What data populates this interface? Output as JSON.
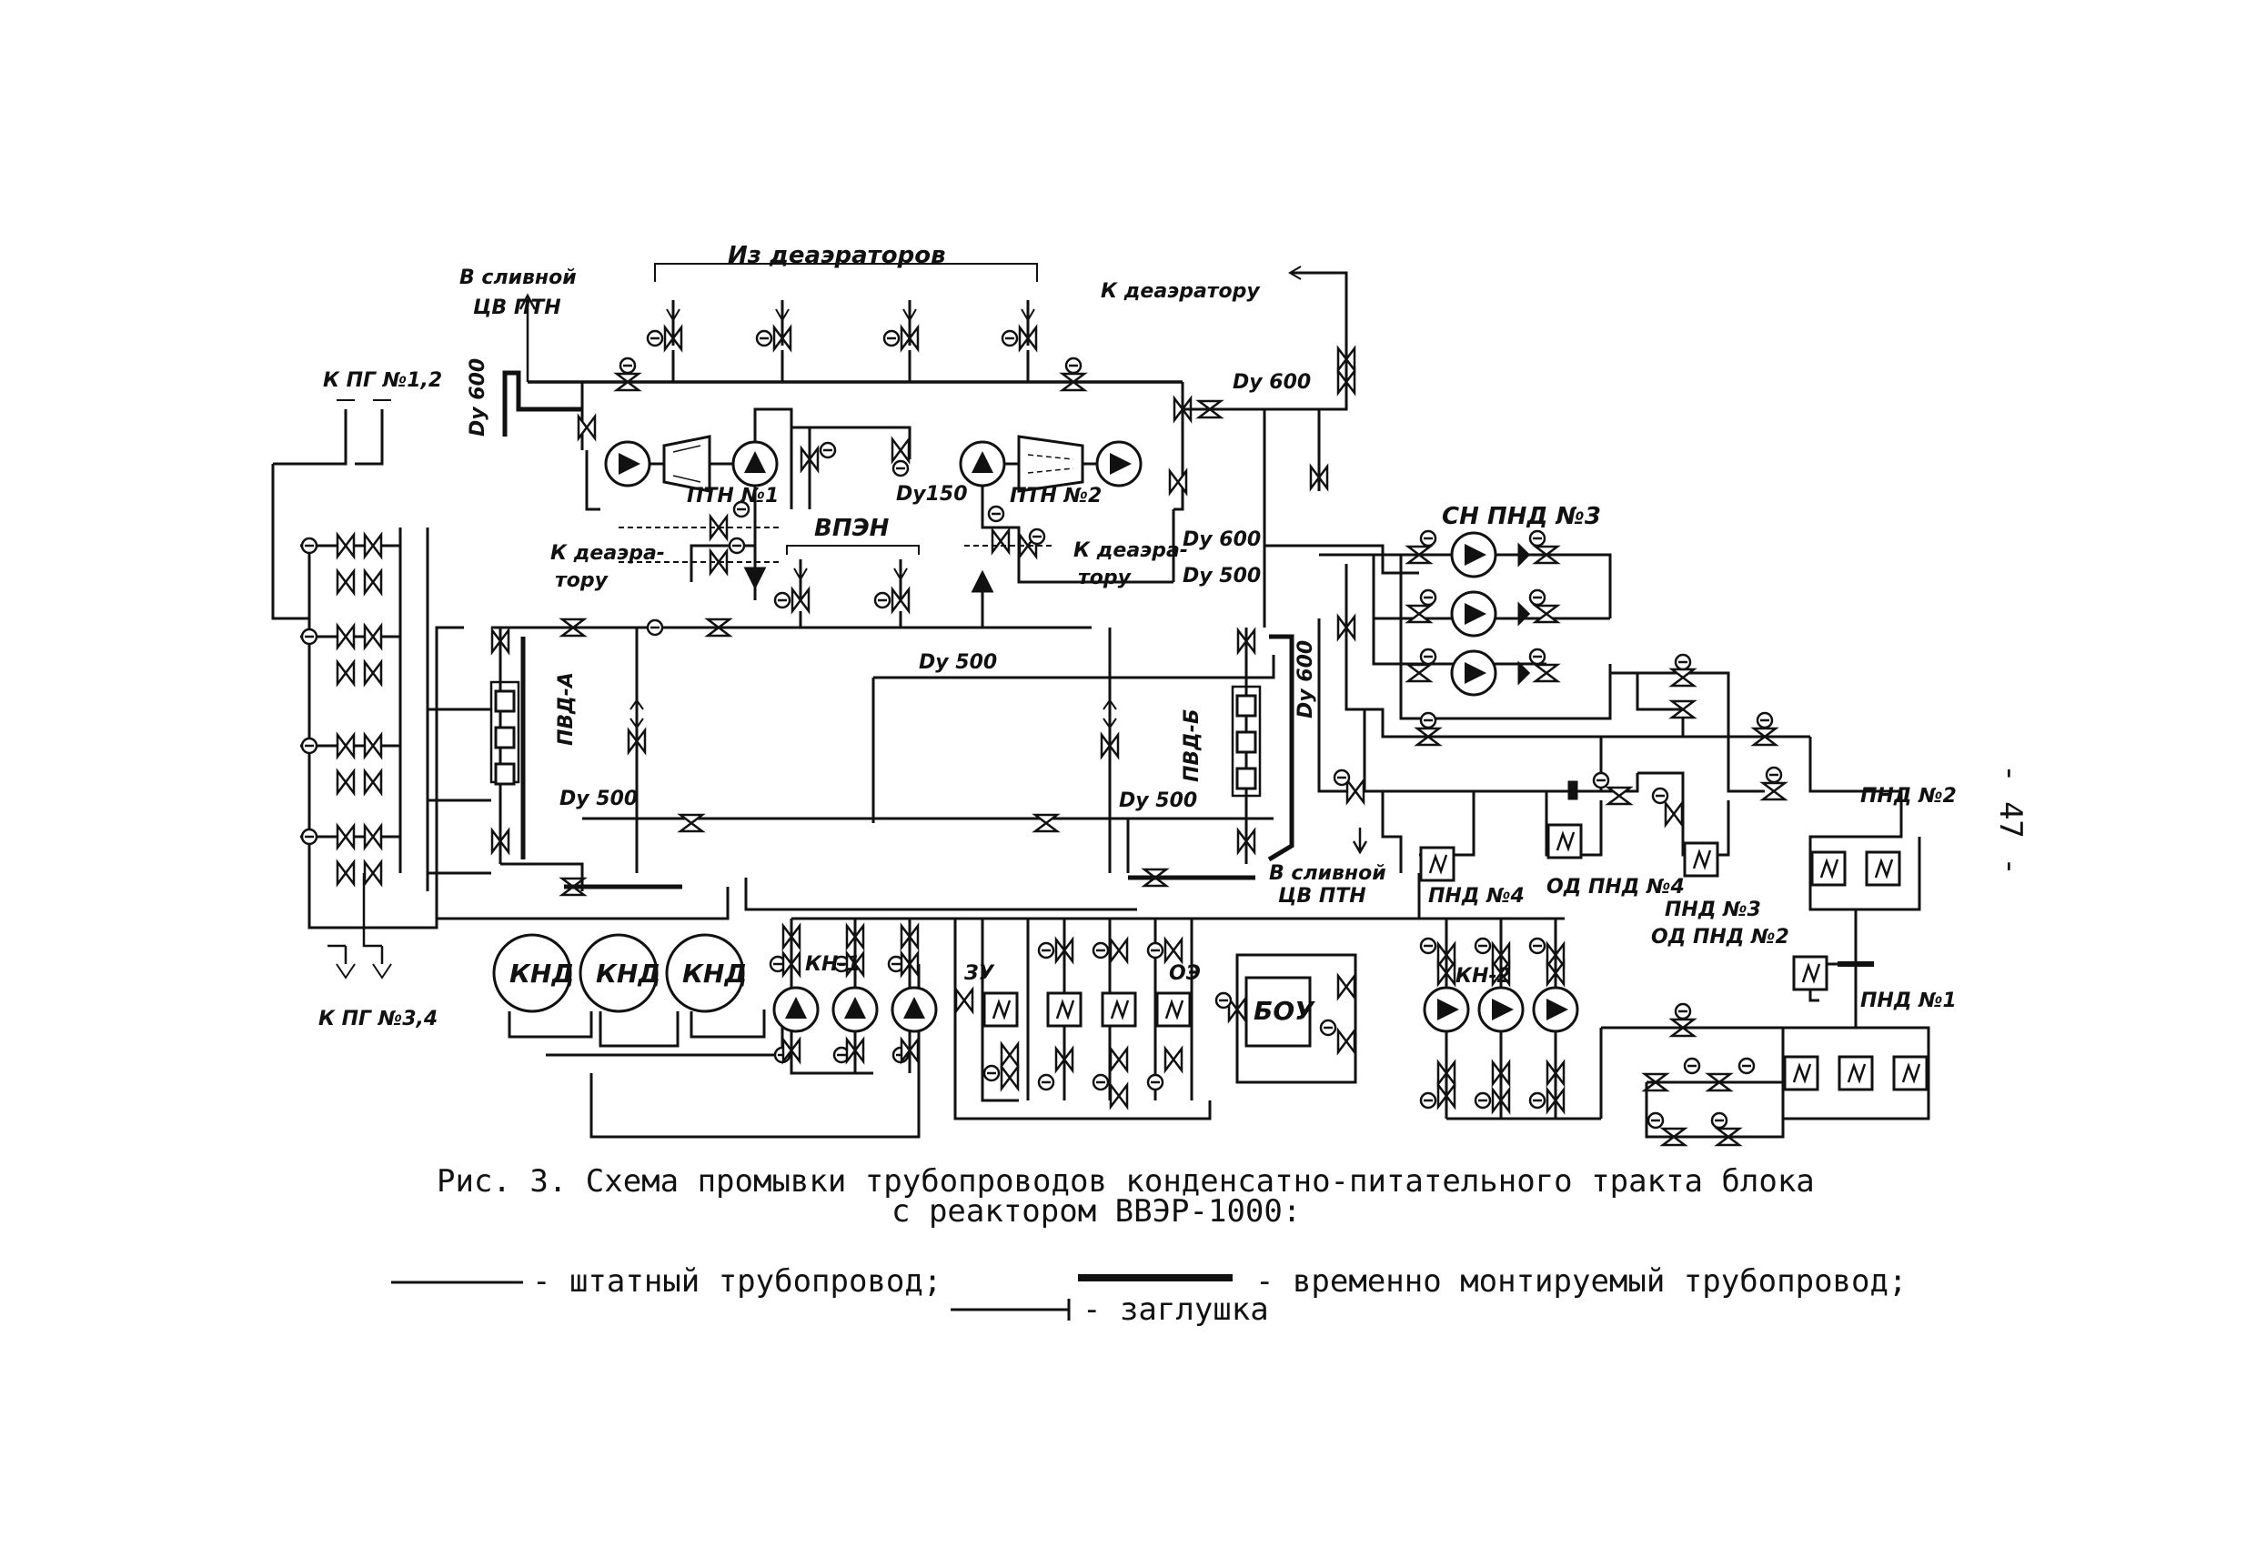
{
  "labels": {
    "from_deaerators": "Из деаэраторов",
    "to_drain_cv_ptn_top_1": "В сливной",
    "to_drain_cv_ptn_top_2": "ЦВ ПТН",
    "to_deaerator_top": "К деаэратору",
    "to_pg_12": "К ПГ №1,2",
    "to_pg_34": "К ПГ №3,4",
    "dy600_left": "Dy 600",
    "dy600_top": "Dy 600",
    "dy600_mid": "Dy 600",
    "dy600_right": "Dy 600",
    "dy500_a": "Dy 500",
    "dy500_mid": "Dy 500",
    "dy500_left": "Dy 500",
    "dy500_right": "Dy 500",
    "dy150": "Dy150",
    "ptn1": "ПТН №1",
    "ptn2": "ПТН №2",
    "vpen": "ВПЭН",
    "to_deaerator_left_1": "К деаэра-",
    "to_deaerator_left_2": "тору",
    "to_deaerator_mid_1": "К деаэра-",
    "to_deaerator_mid_2": "тору",
    "pvd_a": "ПВД-А",
    "pvd_b": "ПВД-Б",
    "sn_pnd3": "СН ПНД №3",
    "to_drain_cv_ptn_bottom_1": "В сливной",
    "to_drain_cv_ptn_bottom_2": "ЦВ ПТН",
    "pnd4": "ПНД №4",
    "od_pnd4": "ОД ПНД №4",
    "pnd3": "ПНД №3",
    "od_pnd2": "ОД ПНД №2",
    "pnd2": "ПНД №2",
    "pnd1": "ПНД №1",
    "knd": "КНД",
    "kn1": "КН-1",
    "kn2": "КН-2",
    "zu": "ЗУ",
    "oe": "ОЭ",
    "bou": "БОУ"
  },
  "caption": {
    "line1": "Рис. 3. Схема промывки трубопроводов конденсатно-питательного тракта блока",
    "line2": "с реактором ВВЭР-1000:"
  },
  "legend": {
    "standard": "- штатный трубопровод;",
    "temporary": "- временно монтируемый трубопровод;",
    "plug": "- заглушка"
  },
  "page_number": "- 47 -"
}
